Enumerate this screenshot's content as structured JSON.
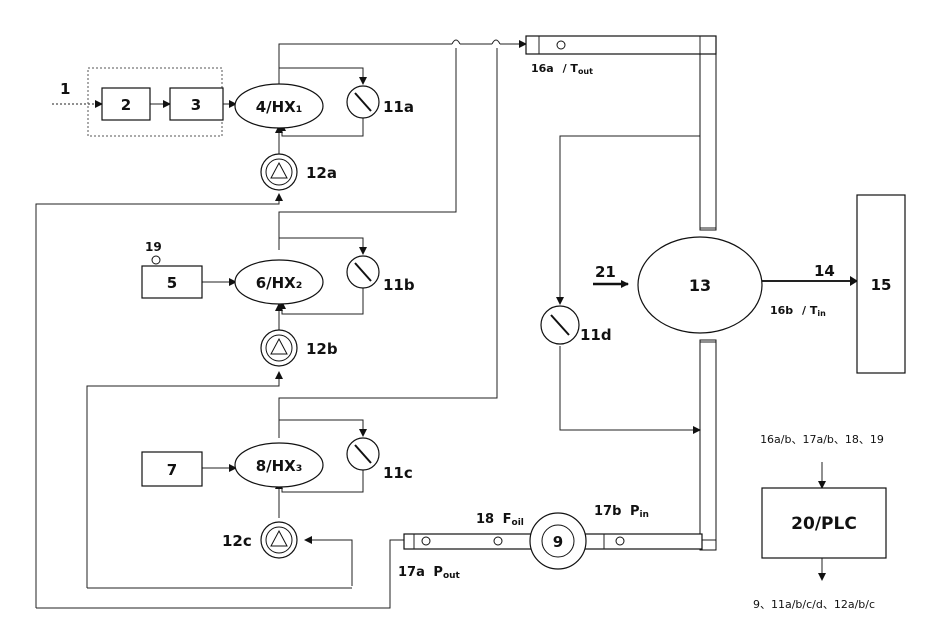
{
  "labels": {
    "input": "1",
    "box2": "2",
    "box3": "3",
    "hx1": "4/HX₁",
    "box5": "5",
    "hx2": "6/HX₂",
    "box7": "7",
    "hx3": "8/HX₃",
    "valve_a": "11a",
    "valve_b": "11b",
    "valve_c": "11c",
    "valve_d": "11d",
    "pump_a": "12a",
    "pump_b": "12b",
    "pump_c": "12c",
    "sensor19": "19",
    "pump9": "9",
    "main13": "13",
    "line14": "14",
    "box15": "15",
    "input21": "21",
    "plc": "20/PLC"
  },
  "sensors": {
    "s16a_num": "16a",
    "s16a_sym": "/ T",
    "s16a_sub": "out",
    "s16b_num": "16b",
    "s16b_sym": "/ T",
    "s16b_sub": "in",
    "s17a_num": "17a",
    "s17a_sym": "P",
    "s17a_sub": "out",
    "s17b_num": "17b",
    "s17b_sym": "P",
    "s17b_sub": "in",
    "s18_num": "18",
    "s18_sym": "F",
    "s18_sub": "oil"
  },
  "plc_io": {
    "inputs": "16a/b、17a/b、18、19",
    "outputs": "9、11a/b/c/d、12a/b/c"
  }
}
